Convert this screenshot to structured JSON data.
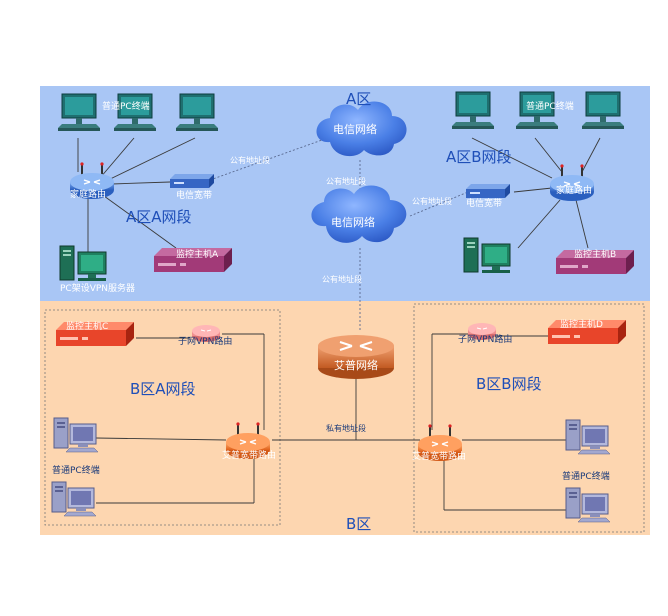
{
  "zones": {
    "a": "A区",
    "b": "B区"
  },
  "segments": {
    "a_a": "A区A网段",
    "a_b": "A区B网段",
    "b_a": "B区A网段",
    "b_b": "B区B网段"
  },
  "clouds": {
    "top": "电信网络",
    "mid": "电信网络"
  },
  "core_router": "艾普网络",
  "links": {
    "public_left": "公有地址段",
    "public_mid": "公有地址段",
    "public_right": "公有地址段",
    "public_bottom": "公有地址段",
    "private": "私有地址段"
  },
  "a_left": {
    "pc_label": "普通PC终端",
    "router": "家庭路由",
    "modem": "电信宽带",
    "monitor": "监控主机A",
    "vpn_server": "PC架设VPN服务器"
  },
  "a_right": {
    "pc_label": "普通PC终端",
    "router": "家庭路由",
    "modem": "电信宽带",
    "monitor": "监控主机B"
  },
  "b_left": {
    "monitor": "监控主机C",
    "vpn_router": "子网VPN路由",
    "broadband_router": "艾普宽带路由",
    "pc_label": "普通PC终端"
  },
  "b_right": {
    "monitor": "监控主机D",
    "vpn_router": "子网VPN路由",
    "broadband_router": "艾普宽带路由",
    "pc_label": "普通PC终端"
  },
  "colors": {
    "zone_a": "#a9c6f5",
    "zone_b": "#fdd6b0",
    "cloud": "#4e86ea",
    "router_blue": "#3f7fd6",
    "router_orange": "#f0782a",
    "monitor_purple": "#a23a78",
    "monitor_red": "#e8452a"
  }
}
